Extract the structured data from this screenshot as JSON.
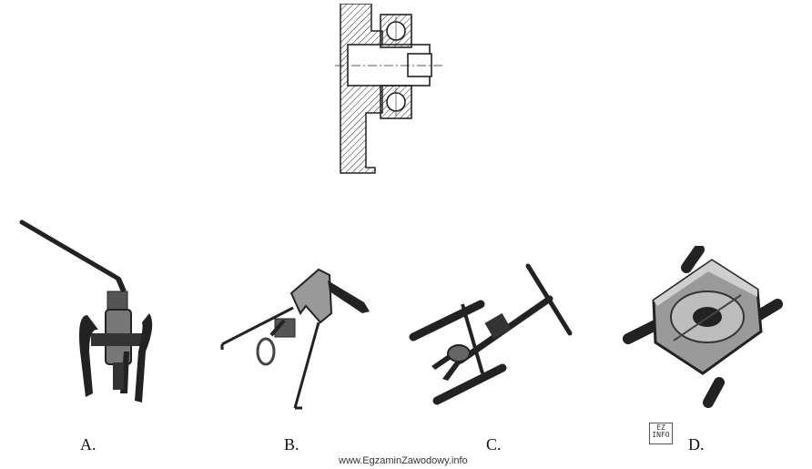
{
  "options": [
    {
      "label": "A."
    },
    {
      "label": "B."
    },
    {
      "label": "C."
    },
    {
      "label": "D."
    }
  ],
  "watermark": {
    "logo_text": "EZ INFO"
  },
  "footer": {
    "site": "www.EgzaminZawodowy.info"
  }
}
